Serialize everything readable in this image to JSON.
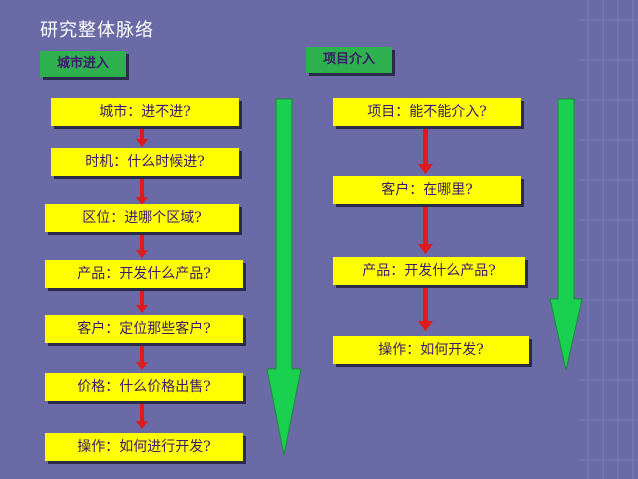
{
  "slide": {
    "title": "研究整体脉络",
    "colors": {
      "background": "#6a6aa6",
      "box": "#ffff00",
      "tag": "#2fb04f",
      "arrow_red": "#e01a1a",
      "arrow_green": "#19d14f"
    }
  },
  "left_column": {
    "header": "城市进入",
    "steps": [
      "城市：进不进?",
      "时机：什么时候进?",
      "区位：进哪个区域?",
      "产品：开发什么产品?",
      "客户：定位那些客户?",
      "价格：什么价格出售?",
      "操作：如何进行开发?"
    ]
  },
  "right_column": {
    "header": "项目介入",
    "steps": [
      "项目：能不能介入?",
      "客户：在哪里?",
      "产品：开发什么产品?",
      "操作：如何开发?"
    ]
  }
}
